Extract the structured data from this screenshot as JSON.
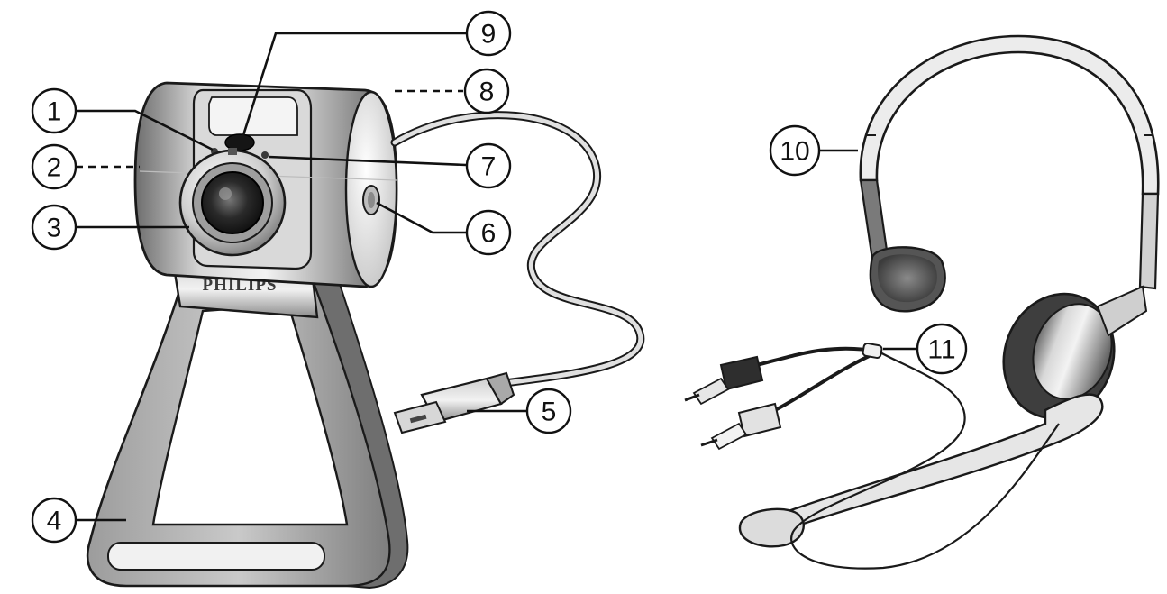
{
  "brand": {
    "logo_text": "PHILIPS"
  },
  "callouts": [
    {
      "number": "1"
    },
    {
      "number": "2"
    },
    {
      "number": "3"
    },
    {
      "number": "4"
    },
    {
      "number": "5"
    },
    {
      "number": "6"
    },
    {
      "number": "7"
    },
    {
      "number": "8"
    },
    {
      "number": "9"
    },
    {
      "number": "10"
    },
    {
      "number": "11"
    }
  ],
  "colors": {
    "outline": "#1a1a1a",
    "metal_light": "#e9e9e9",
    "metal_mid": "#a9a9a9",
    "metal_dark": "#5f5f5f",
    "callout_stroke": "#111111"
  }
}
